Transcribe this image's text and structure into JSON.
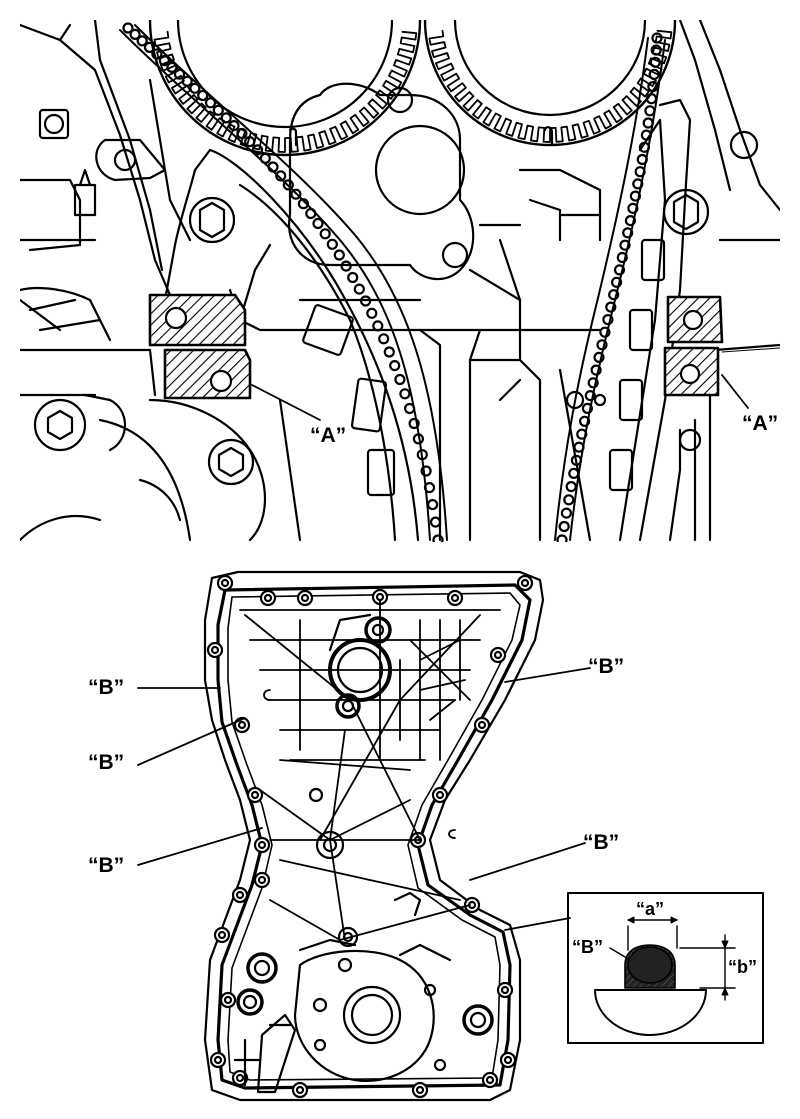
{
  "labels": {
    "a_left": "“A”",
    "a_right": "“A”",
    "b_left_top": "“B”",
    "b_left_mid": "“B”",
    "b_left_low": "“B”",
    "b_right_top": "“B”",
    "b_right_low": "“B”",
    "detail_b": "“B”",
    "detail_a": "“a”",
    "detail_b_small": "“b”"
  },
  "colors": {
    "line": "#000000",
    "background": "#ffffff",
    "sealant": "#1a1a1a"
  }
}
